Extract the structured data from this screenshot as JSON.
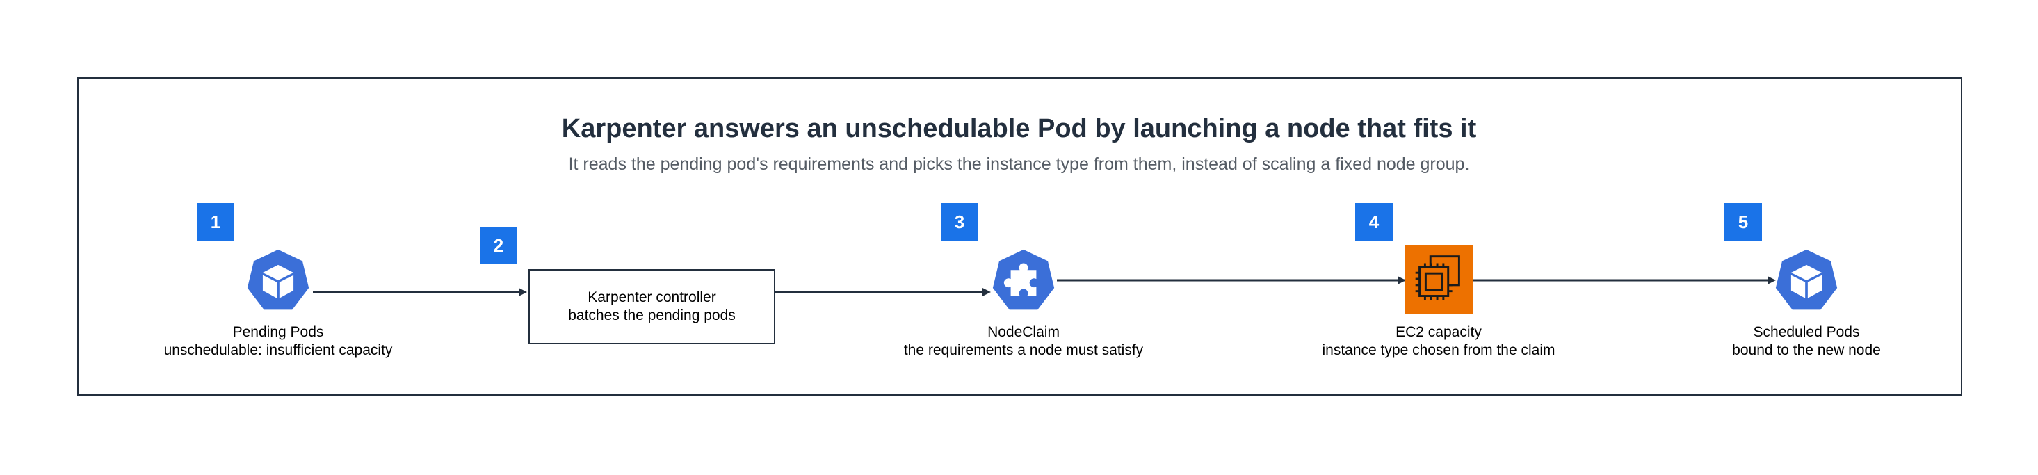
{
  "title": "Karpenter answers an unschedulable Pod by launching a node that fits it",
  "subtitle": "It reads the pending pod's requirements and picks the instance type from them, instead of scaling a fixed node group.",
  "steps": [
    {
      "number": "1",
      "name": "Pending Pods",
      "detail": "unschedulable: insufficient capacity",
      "icon": "pod-cube-icon"
    },
    {
      "number": "2",
      "name": "Karpenter controller",
      "detail": "batches the pending pods",
      "icon": "none"
    },
    {
      "number": "3",
      "name": "NodeClaim",
      "detail": "the requirements a node must satisfy",
      "icon": "puzzle-piece-icon"
    },
    {
      "number": "4",
      "name": "EC2 capacity",
      "detail": "instance type chosen from the claim",
      "icon": "ec2-instances-icon"
    },
    {
      "number": "5",
      "name": "Scheduled Pods",
      "detail": "bound to the new node",
      "icon": "pod-cube-icon"
    }
  ],
  "colors": {
    "badge": "#1a73e8",
    "k8s_blue": "#3b6fd8",
    "ec2_orange": "#ed7100",
    "line": "#232f3e"
  }
}
